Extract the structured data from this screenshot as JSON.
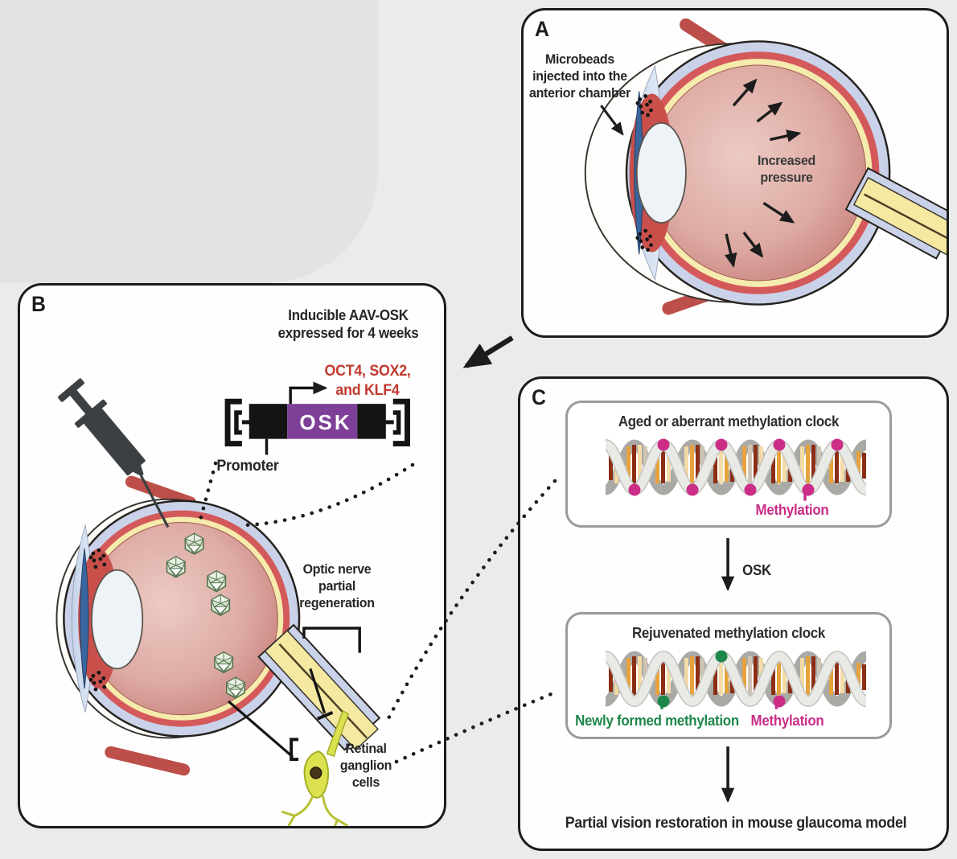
{
  "panel_a": {
    "label": "A",
    "microbeads": "Microbeads injected into the anterior chamber",
    "pressure": "Increased pressure"
  },
  "panel_b": {
    "label": "B",
    "inducible": "Inducible AAV-OSK expressed for 4 weeks",
    "genes": "OCT4, SOX2, and KLF4",
    "osk": "OSK",
    "promoter": "Promoter",
    "optic": "Optic nerve partial regeneration",
    "rgc": "Retinal ganglion cells"
  },
  "panel_c": {
    "label": "C",
    "aged_title": "Aged or aberrant methylation clock",
    "methylation": "Methylation",
    "osk": "OSK",
    "rejuvenated_title": "Rejuvenated methylation clock",
    "new_methylation": "Newly formed methylation",
    "methylation2": "Methylation",
    "outcome": "Partial vision restoration in mouse glaucoma model"
  },
  "colors": {
    "background": "#eaece9",
    "panel_border": "#1c1c1c",
    "inner_box_border": "#9b9b9b",
    "gene_red_text": "#c23b30",
    "osk_purple": "#7d3f98",
    "methylation_pink": "#cb2d87",
    "new_methylation_green": "#1e8749",
    "eye_sclera_blue": "#c9d2e8",
    "eye_choroid_red": "#d4595b",
    "eye_retina_yellow": "#f5ebad",
    "eye_vitreous_pink": "#d79a94",
    "neuron_yellow_green": "#dce24f",
    "syringe_gray": "#3c4043",
    "aav_particle_green": "#d9e7d2"
  },
  "icons": {
    "syringe": "syringe-icon",
    "aav_particle": "aav-particle-icon",
    "dna_helix": "dna-helix-icon",
    "neuron": "retinal-ganglion-cell-icon",
    "eye": "eye-cross-section",
    "arrow": "arrow-icon",
    "dotted_connector": "dotted-connector-line"
  }
}
